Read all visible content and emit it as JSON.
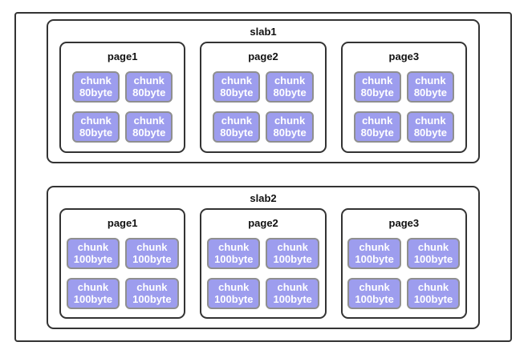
{
  "colors": {
    "page_bg": "#ffffff",
    "box_border": "#333333",
    "title_text": "#111111",
    "chunk_fill": "#9d9dee",
    "chunk_border": "#8f8f8f",
    "chunk_text": "#ffffff"
  },
  "diagram": {
    "slabs": [
      {
        "label": "slab1",
        "pages": [
          {
            "label": "page1",
            "chunks": [
              {
                "name": "chunk",
                "size": "80byte"
              },
              {
                "name": "chunk",
                "size": "80byte"
              },
              {
                "name": "chunk",
                "size": "80byte"
              },
              {
                "name": "chunk",
                "size": "80byte"
              }
            ]
          },
          {
            "label": "page2",
            "chunks": [
              {
                "name": "chunk",
                "size": "80byte"
              },
              {
                "name": "chunk",
                "size": "80byte"
              },
              {
                "name": "chunk",
                "size": "80byte"
              },
              {
                "name": "chunk",
                "size": "80byte"
              }
            ]
          },
          {
            "label": "page3",
            "chunks": [
              {
                "name": "chunk",
                "size": "80byte"
              },
              {
                "name": "chunk",
                "size": "80byte"
              },
              {
                "name": "chunk",
                "size": "80byte"
              },
              {
                "name": "chunk",
                "size": "80byte"
              }
            ]
          }
        ]
      },
      {
        "label": "slab2",
        "pages": [
          {
            "label": "page1",
            "chunks": [
              {
                "name": "chunk",
                "size": "100byte"
              },
              {
                "name": "chunk",
                "size": "100byte"
              },
              {
                "name": "chunk",
                "size": "100byte"
              },
              {
                "name": "chunk",
                "size": "100byte"
              }
            ]
          },
          {
            "label": "page2",
            "chunks": [
              {
                "name": "chunk",
                "size": "100byte"
              },
              {
                "name": "chunk",
                "size": "100byte"
              },
              {
                "name": "chunk",
                "size": "100byte"
              },
              {
                "name": "chunk",
                "size": "100byte"
              }
            ]
          },
          {
            "label": "page3",
            "chunks": [
              {
                "name": "chunk",
                "size": "100byte"
              },
              {
                "name": "chunk",
                "size": "100byte"
              },
              {
                "name": "chunk",
                "size": "100byte"
              },
              {
                "name": "chunk",
                "size": "100byte"
              }
            ]
          }
        ]
      }
    ]
  }
}
